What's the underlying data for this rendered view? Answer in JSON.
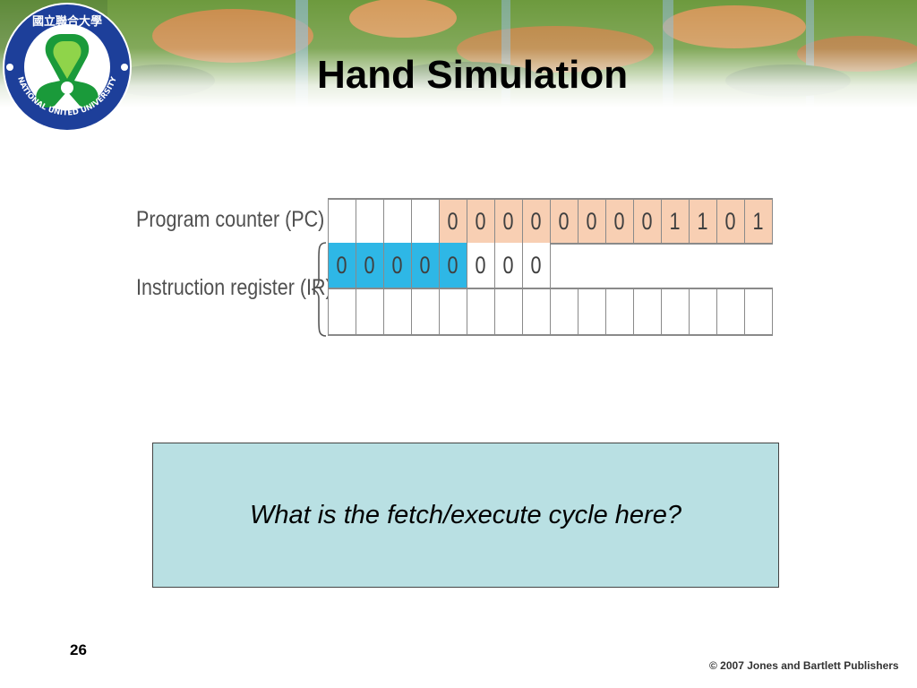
{
  "slide": {
    "title": "Hand Simulation",
    "page_number": "26",
    "copyright": "© 2007 Jones and Bartlett Publishers"
  },
  "logo": {
    "ring_text": "NATIONAL UNITED UNIVERSITY",
    "chinese_text": "國立聯合大學",
    "colors": {
      "ring": "#1d3f9a",
      "mark": "#1a9a3a",
      "mark_light": "#8fd44a"
    }
  },
  "diagram": {
    "pc_label": "Program counter (PC)",
    "ir_label": "Instruction register (IR)",
    "pc_cells": [
      "",
      "",
      "",
      "",
      "0",
      "0",
      "0",
      "0",
      "0",
      "0",
      "0",
      "0",
      "1",
      "1",
      "0",
      "1"
    ],
    "ir_opcode_cells": [
      "0",
      "0",
      "0",
      "0",
      "0"
    ],
    "ir_operand_cells": [
      "0",
      "0",
      "0"
    ],
    "ir_lower_cells": [
      "",
      "",
      "",
      "",
      "",
      "",
      "",
      "",
      "",
      "",
      "",
      "",
      "",
      "",
      "",
      ""
    ],
    "colors": {
      "pc_fill": "#f8cfb3",
      "opcode_fill": "#2eb7e6"
    }
  },
  "question": {
    "text": "What is the fetch/execute cycle here?",
    "background": "#b9e0e3"
  }
}
